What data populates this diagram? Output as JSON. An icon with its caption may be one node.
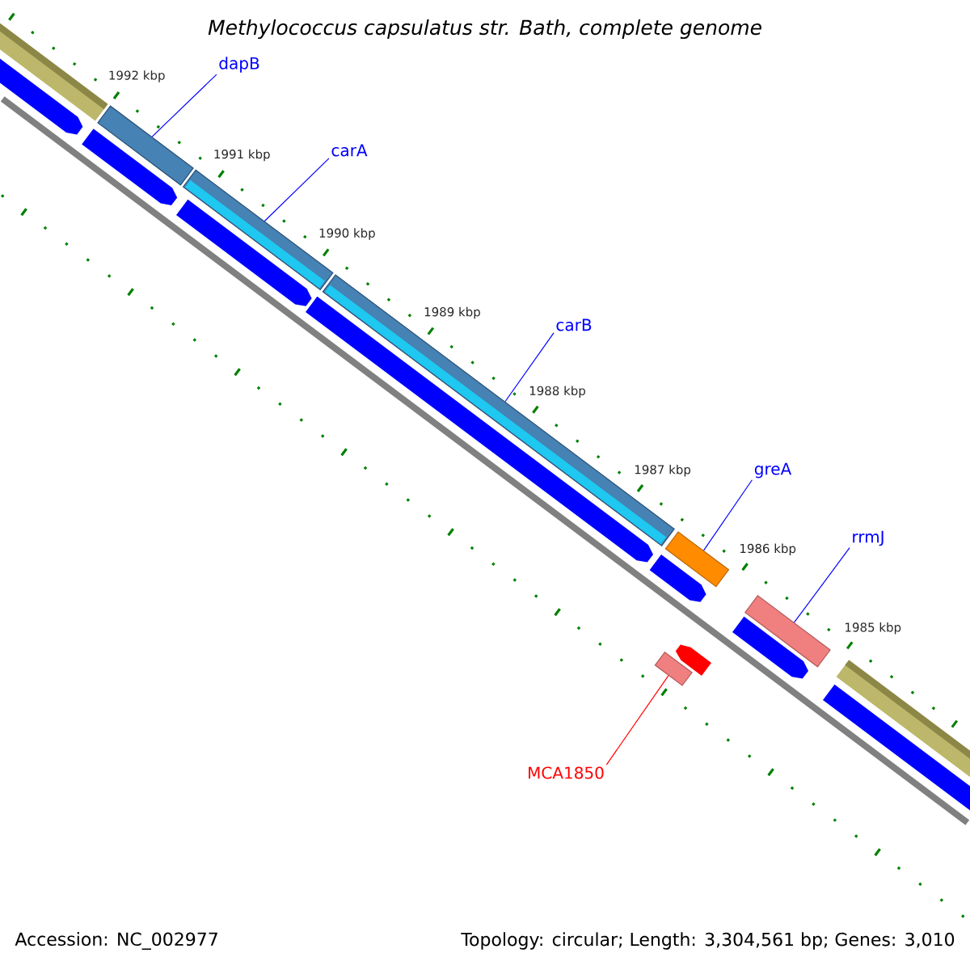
{
  "diagram": {
    "title": "Methylococcus capsulatus str. Bath, complete genome",
    "nodes": [
      {
        "text": [
          "dapB"
        ]
      },
      {
        "text": [],
        "shape": "bar"
      },
      {
        "text": [
          "carA"
        ]
      },
      {
        "text": [],
        "shape": "bar"
      },
      {
        "text": [
          "carB"
        ]
      },
      {
        "text": [],
        "shape": "bar"
      },
      {
        "text": [
          "greA"
        ]
      },
      {
        "text": [],
        "shape": "bar"
      },
      {
        "text": [
          "rrmJ"
        ]
      },
      {
        "text": [],
        "shape": "bar"
      },
      {
        "text": [
          "MCA1850"
        ]
      },
      {
        "text": [],
        "shape": "bar"
      },
      {
        "text": [],
        "shape": "bar"
      },
      {
        "text": [],
        "shape": "bar"
      },
      {
        "text": [],
        "shape": "bar"
      },
      {
        "text": [],
        "shape": "bar"
      },
      {
        "text": [],
        "shape": "bar"
      },
      {
        "text": [],
        "shape": "bar"
      },
      {
        "text": [],
        "shape": "bar"
      },
      {
        "text": [],
        "shape": "bar"
      },
      {
        "text": [],
        "shape": "bar"
      },
      {
        "text": [],
        "shape": "bar"
      }
    ],
    "edges": [
      {
        "from": 0,
        "to": 1,
        "arrow": "none"
      },
      {
        "from": 2,
        "to": 3,
        "arrow": "none"
      },
      {
        "from": 4,
        "to": 5,
        "arrow": "none"
      },
      {
        "from": 6,
        "to": 7,
        "arrow": "none"
      },
      {
        "from": 8,
        "to": 9,
        "arrow": "none"
      },
      {
        "from": 10,
        "to": 11,
        "arrow": "none",
        "color": "#ff0000"
      }
    ],
    "labels": [
      "1992 kbp",
      "1991 kbp",
      "1990 kbp",
      "1989 kbp",
      "1988 kbp",
      "1987 kbp",
      "1986 kbp",
      "1985 kbp",
      "Accession: NC_002977",
      "Topology: circular; Length: 3,304,561 bp; Genes: 3,010"
    ]
  }
}
